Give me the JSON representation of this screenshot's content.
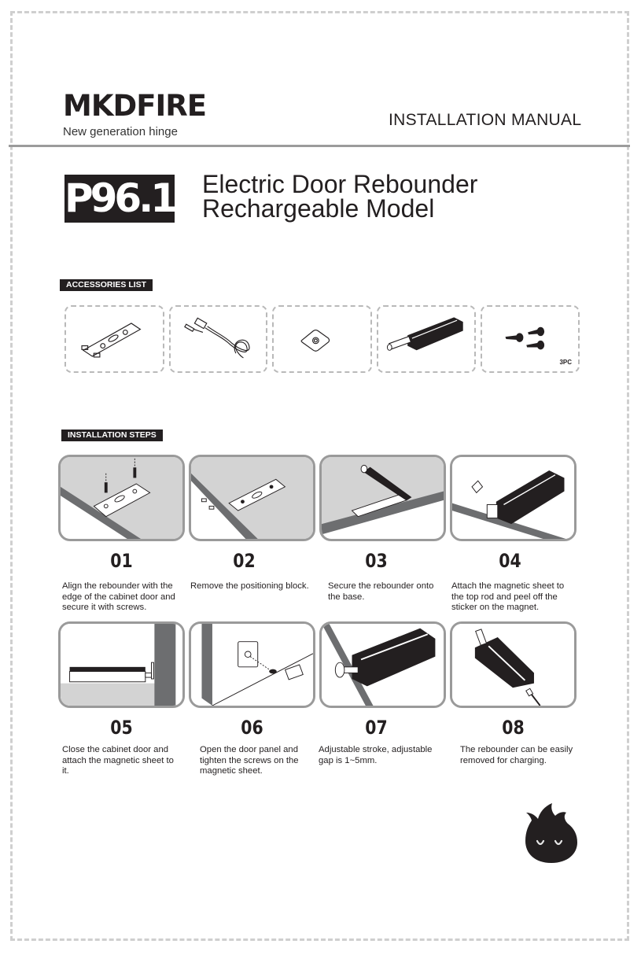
{
  "header": {
    "brand": "MKDFIRE",
    "tagline": "New generation hinge",
    "document_type": "INSTALLATION MANUAL"
  },
  "product": {
    "model": "P96.1",
    "title_line1": "Electric Door Rebounder",
    "title_line2": "Rechargeable Model"
  },
  "accessories": {
    "section_label": "ACCESSORIES LIST",
    "items": [
      {
        "name": "Mounting base plate",
        "icon": "base-plate-icon"
      },
      {
        "name": "USB charging cable",
        "icon": "usb-cable-icon"
      },
      {
        "name": "Magnetic sheet",
        "icon": "magnetic-sheet-icon"
      },
      {
        "name": "Rebounder unit",
        "icon": "rebounder-icon"
      },
      {
        "name": "Screws",
        "icon": "screws-icon",
        "quantity": "3PC"
      }
    ]
  },
  "installation": {
    "section_label": "INSTALLATION STEPS",
    "steps": [
      {
        "number": "01",
        "text": "Align the rebounder with the edge of the cabinet door and secure it with screws."
      },
      {
        "number": "02",
        "text": "Remove the positioning block."
      },
      {
        "number": "03",
        "text": "Secure the rebounder onto the base."
      },
      {
        "number": "04",
        "text": "Attach the magnetic sheet to the top rod and peel off the sticker on the magnet."
      },
      {
        "number": "05",
        "text": "Close the cabinet door and attach the magnetic sheet to it."
      },
      {
        "number": "06",
        "text": "Open the door panel and tighten the screws on the magnetic sheet."
      },
      {
        "number": "07",
        "text": "Adjustable stroke, adjustable gap is 1~5mm."
      },
      {
        "number": "08",
        "text": "The rebounder can be easily removed for charging."
      }
    ]
  },
  "colors": {
    "ink": "#231f20",
    "rule": "#9b9b9b",
    "dashed_border": "#cfcfcf",
    "panel_gray": "#d3d3d3",
    "edge_gray": "#6d6e70"
  }
}
